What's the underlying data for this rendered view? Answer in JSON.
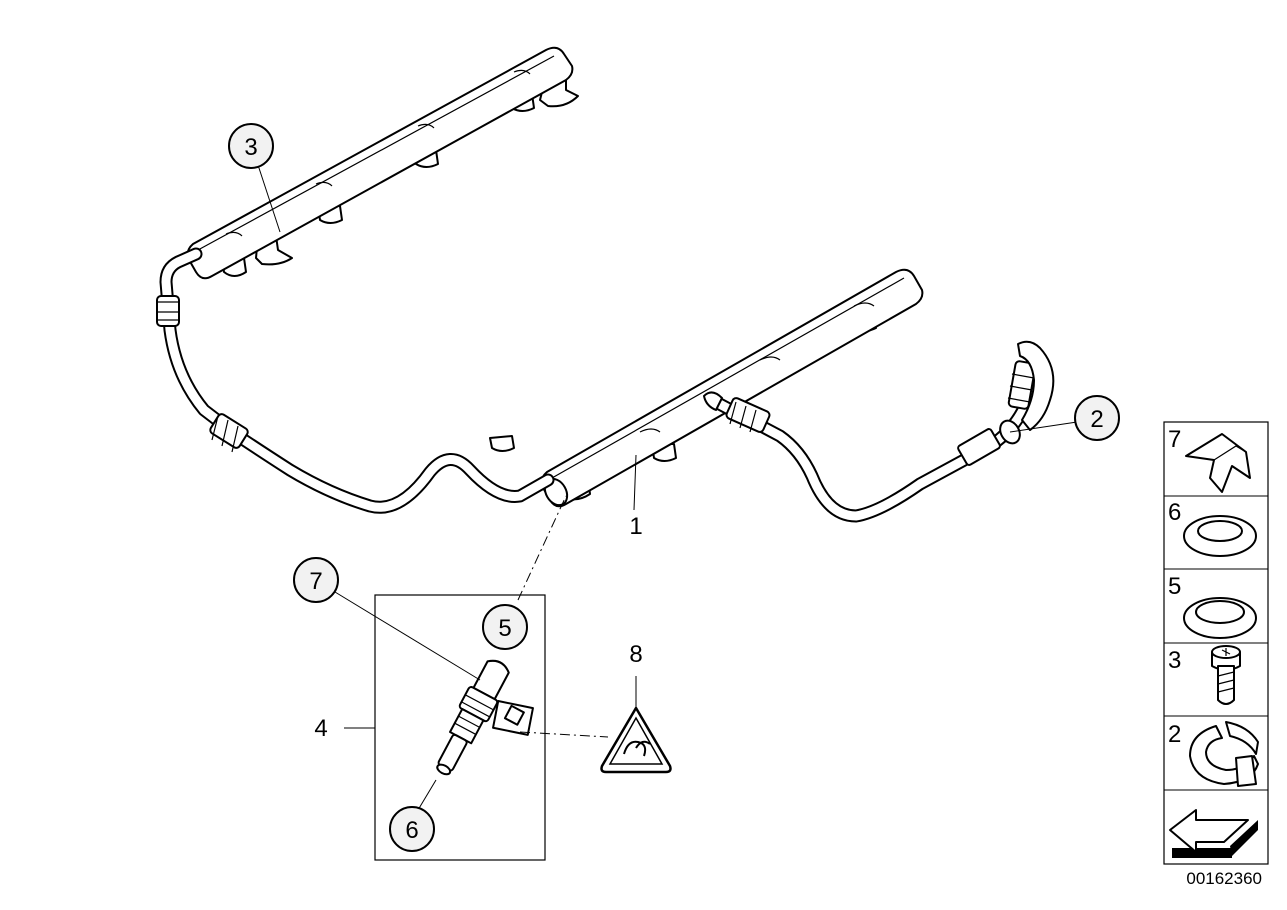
{
  "diagram": {
    "number": "00162360",
    "callouts": [
      {
        "id": "c1",
        "label": "1"
      },
      {
        "id": "c2",
        "label": "2"
      },
      {
        "id": "c3",
        "label": "3"
      },
      {
        "id": "c4",
        "label": "4"
      },
      {
        "id": "c5",
        "label": "5"
      },
      {
        "id": "c6",
        "label": "6"
      },
      {
        "id": "c7",
        "label": "7"
      },
      {
        "id": "c8",
        "label": "8"
      }
    ],
    "legend": [
      {
        "label": "7",
        "icon": "clip-icon"
      },
      {
        "label": "6",
        "icon": "seal-ring-icon"
      },
      {
        "label": "5",
        "icon": "seal-ring-icon"
      },
      {
        "label": "3",
        "icon": "screw-icon"
      },
      {
        "label": "2",
        "icon": "clamp-icon"
      },
      {
        "label": "",
        "icon": "arrow-icon"
      }
    ]
  }
}
